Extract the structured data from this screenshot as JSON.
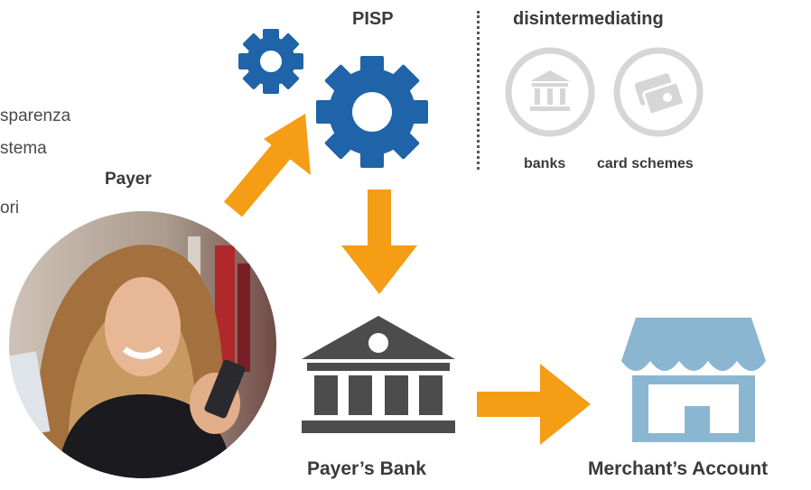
{
  "side_text": [
    "sparenza",
    "stema",
    "ori"
  ],
  "payer_label": "Payer",
  "pisp_label": "PISP",
  "disintermediating_label": "disintermediating",
  "banks_label": "banks",
  "card_schemes_label": "card schemes",
  "payers_bank_label": "Payer’s Bank",
  "merchant_label": "Merchant’s Account",
  "colors": {
    "gear_blue": "#1f63a8",
    "arrow_orange": "#f59d15",
    "bank_dark": "#4c4c4c",
    "store_blue": "#8ab6d2",
    "grey_icon": "#d6d6d6"
  }
}
